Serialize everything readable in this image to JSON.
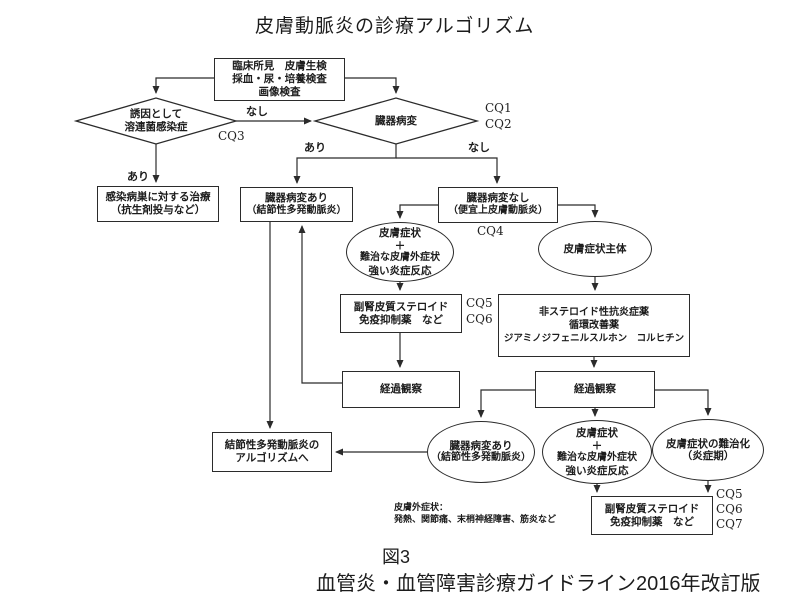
{
  "title": "皮膚動脈炎の診療アルゴリズム",
  "figure": {
    "label": "図3",
    "source": "血管炎・血管障害診療ガイドライン2016年改訂版"
  },
  "note": {
    "l1": "皮膚外症状：",
    "l2": "発熱、関節痛、末梢神経障害、筋炎など"
  },
  "labels": {
    "ari": "あり",
    "nashi": "なし",
    "cq1": "CQ1",
    "cq2": "CQ2",
    "cq3": "CQ3",
    "cq4": "CQ4",
    "cq5": "CQ5",
    "cq6": "CQ6",
    "cq7": "CQ7"
  },
  "nodes": {
    "exam": {
      "l1": "臨床所見　皮膚生検",
      "l2": "採血・尿・培養検査",
      "l3": "画像検査"
    },
    "trigger_infection": {
      "l1": "誘因として",
      "l2": "溶連菌感染症"
    },
    "organ_lesion": {
      "l1": "臓器病変"
    },
    "infection_treatment": {
      "l1": "感染病巣に対する治療",
      "l2": "（抗生剤投与など）"
    },
    "organ_yes": {
      "l1": "臓器病変あり",
      "l2": "（結節性多発動脈炎）"
    },
    "organ_no": {
      "l1": "臓器病変なし",
      "l2": "（便宜上皮膚動脈炎）"
    },
    "skin_severe_top": {
      "l1": "皮膚症状",
      "l2": "＋",
      "l3": "難治な皮膚外症状",
      "l4": "強い炎症反応"
    },
    "skin_main": {
      "l1": "皮膚症状主体"
    },
    "steroid_top": {
      "l1": "副腎皮質ステロイド",
      "l2": "免疫抑制薬　など"
    },
    "nsaid": {
      "l1": "非ステロイド性抗炎症薬",
      "l2": "循環改善薬",
      "l3": "ジアミノジフェニルスルホン　コルヒチン"
    },
    "followup_left": {
      "l1": "経過観察"
    },
    "followup_right": {
      "l1": "経過観察"
    },
    "pan_algorithm": {
      "l1": "結節性多発動脈炎の",
      "l2": "アルゴリズムへ"
    },
    "organ_yes_bottom": {
      "l1": "臓器病変あり",
      "l2": "（結節性多発動脈炎）"
    },
    "skin_severe_bottom": {
      "l1": "皮膚症状",
      "l2": "＋",
      "l3": "難治な皮膚外症状",
      "l4": "強い炎症反応"
    },
    "skin_refractory": {
      "l1": "皮膚症状の難治化",
      "l2": "（炎症期）"
    },
    "steroid_bottom": {
      "l1": "副腎皮質ステロイド",
      "l2": "免疫抑制薬　など"
    }
  }
}
